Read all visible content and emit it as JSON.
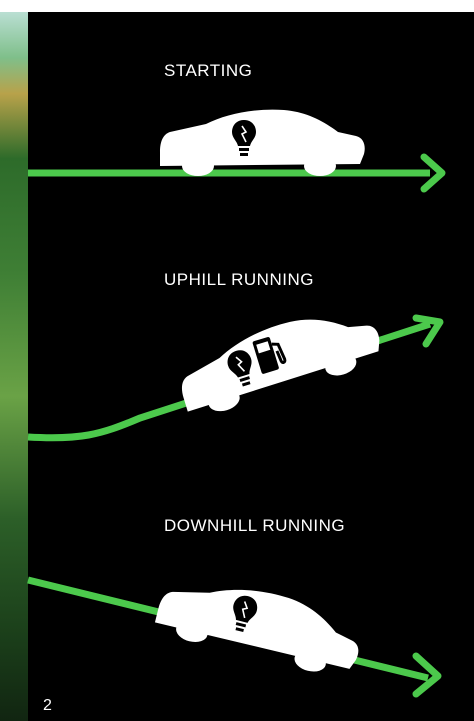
{
  "colors": {
    "background": "#000000",
    "arrow": "#4cc94c",
    "car": "#ffffff",
    "icon": "#000000"
  },
  "stages": [
    {
      "label": "STARTING",
      "icons": [
        "lightbulb-icon"
      ]
    },
    {
      "label": "UPHILL RUNNING",
      "icons": [
        "lightbulb-icon",
        "fuel-pump-icon"
      ]
    },
    {
      "label": "DOWNHILL RUNNING",
      "icons": [
        "lightbulb-icon"
      ]
    }
  ],
  "page": {
    "number": "2"
  }
}
